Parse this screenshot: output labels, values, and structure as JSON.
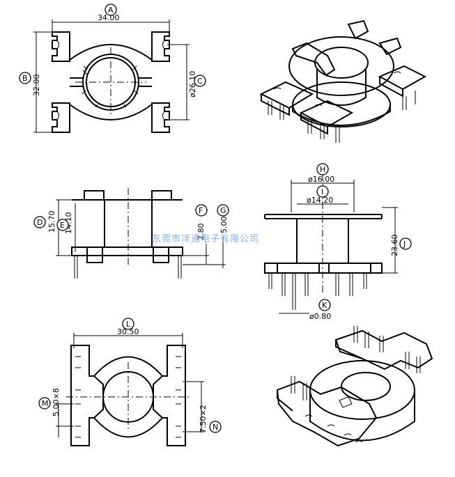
{
  "watermark": "东莞市洋通电子有限公司",
  "labels": {
    "A": "A",
    "B": "B",
    "C": "C",
    "D": "D",
    "E": "E",
    "F": "F",
    "G": "G",
    "H": "H",
    "I": "I",
    "J": "J",
    "K": "K",
    "L": "L",
    "M": "M",
    "N": "N"
  },
  "dimensions": {
    "A": "34.00",
    "B": "32.00",
    "C": "ø26.10",
    "D": "15.70",
    "E": "14.10",
    "F": "2.80",
    "G": "5.00",
    "H": "ø16.00",
    "I": "ø14.20",
    "J": "23.60",
    "K": "ø0.80",
    "L": "30.50",
    "M": "5.00×8",
    "N": "7.50×2"
  }
}
